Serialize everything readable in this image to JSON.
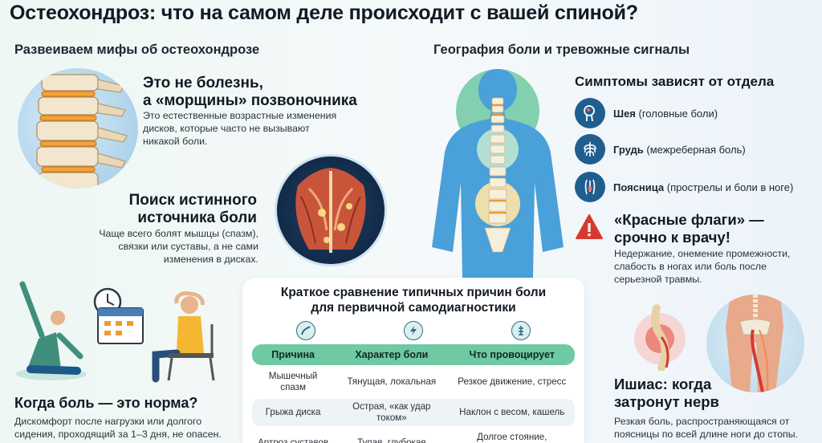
{
  "title": "Остеохондроз: что на самом деле происходит с вашей спиной?",
  "left_section": {
    "heading": "Развеиваем мифы об остеохондрозе",
    "myth1": {
      "title_l1": "Это не болезнь,",
      "title_l2": "а «морщины» позвоночника",
      "text": "Это естественные возрастные изменения дисков, которые часто не вызывают никакой боли."
    },
    "myth2": {
      "title_l1": "Поиск истинного",
      "title_l2": "источника боли",
      "text": "Чаще всего болят мышцы (спазм), связки или суставы, а не сами изменения в дисках."
    },
    "myth3": {
      "title": "Когда боль — это норма?",
      "text": "Дискомфорт после нагрузки или долгого сидения, проходящий за 1–3 дня, не опасен."
    }
  },
  "right_section": {
    "heading": "География боли и тревожные сигналы",
    "symptoms_title": "Симптомы зависят от отдела",
    "symptoms": [
      {
        "bold": "Шея",
        "rest": " (головные боли)",
        "icon": "neck-head-icon"
      },
      {
        "bold": "Грудь",
        "rest": " (межреберная боль)",
        "icon": "ribcage-icon"
      },
      {
        "bold": "Поясница",
        "rest": " (прострелы и боли в ноге)",
        "icon": "lower-back-icon"
      }
    ],
    "red_flags": {
      "title_l1": "«Красные флаги» —",
      "title_l2": "срочно к врачу!",
      "text": "Недержание, онемение промежности, слабость в ногах или боль после серьезной травмы."
    },
    "sciatica": {
      "title_l1": "Ишиас: когда",
      "title_l2": "затронут нерв",
      "text": "Резкая боль, распространяющаяся от поясницы по всей длине ноги до стопы."
    }
  },
  "comparison": {
    "title_l1": "Краткое сравнение типичных причин боли",
    "title_l2": "для первичной самодиагностики",
    "headers": [
      "Причина",
      "Характер боли",
      "Что провоцирует"
    ],
    "rows": [
      [
        "Мышечный спазм",
        "Тянущая, локальная",
        "Резкое движение, стресс"
      ],
      [
        "Грыжа диска",
        "Острая, «как удар током»",
        "Наклон с весом, кашель"
      ],
      [
        "Артроз суставов",
        "Тупая, глубокая",
        "Долгое стояние, разгибание"
      ]
    ]
  },
  "colors": {
    "accent_green": "#6fc9a2",
    "accent_orange": "#f29a2e",
    "icon_blue": "#1f5f8f",
    "alert_red": "#d63a2f"
  }
}
